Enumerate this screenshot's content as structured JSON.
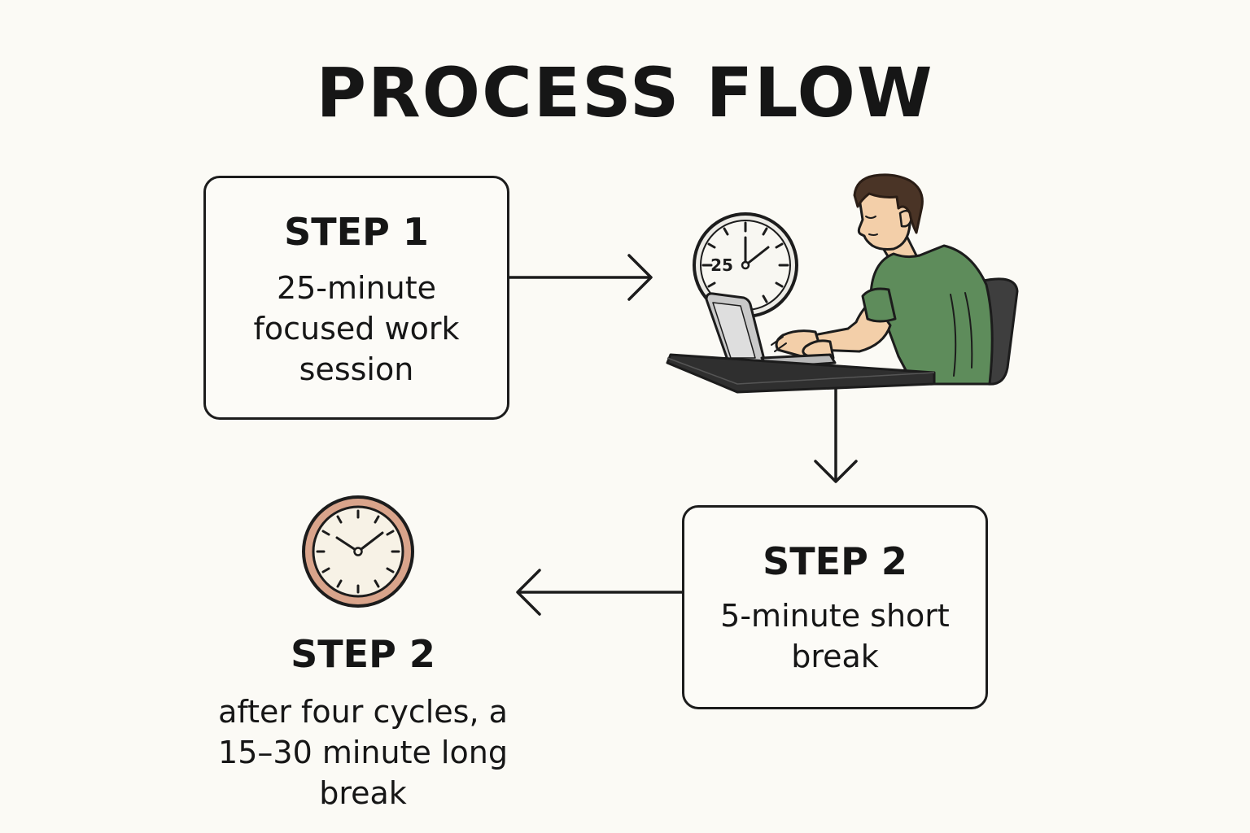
{
  "title": "PROCESS FLOW",
  "steps": [
    {
      "title": "STEP 1",
      "description": "25-minute focused work session"
    },
    {
      "title": "STEP 2",
      "description": "5-minute short break"
    },
    {
      "title": "STEP 2",
      "description": "after four cycles, a 15–30 minute long break"
    }
  ],
  "illustration": {
    "timer_label": "25",
    "icons": [
      "clock-icon",
      "person-at-laptop-illustration",
      "wall-clock-icon"
    ]
  },
  "colors": {
    "background": "#fbfaf5",
    "stroke": "#1c1c1c",
    "shirt": "#5e8c5b",
    "skin": "#f3cfa9",
    "hair": "#4a3426",
    "clock_rim": "#d9a48b"
  }
}
